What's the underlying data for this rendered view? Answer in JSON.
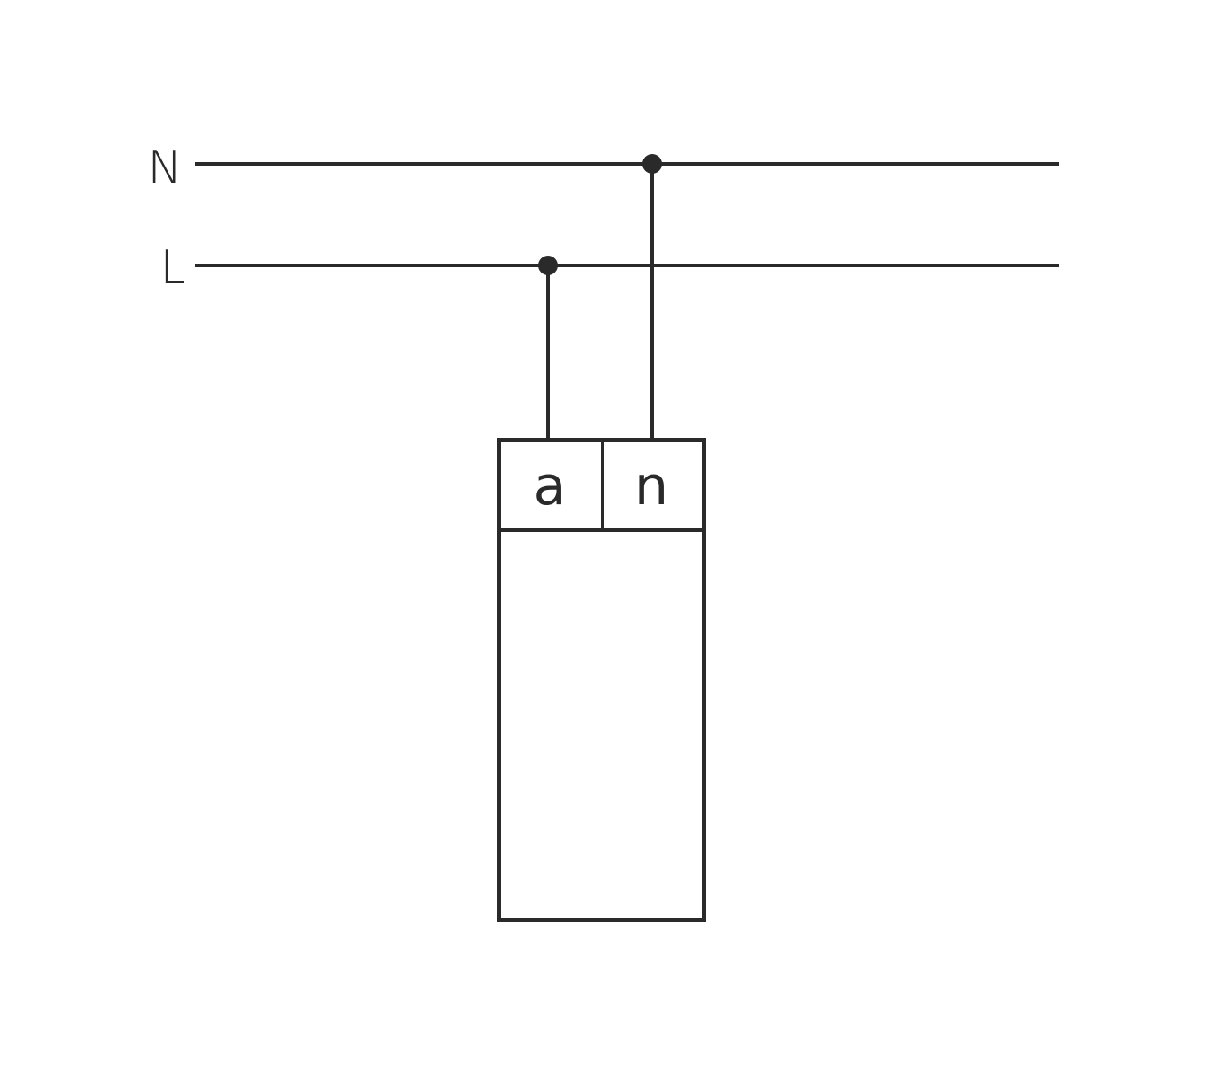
{
  "lines": {
    "neutral_label": "N",
    "live_label": "L"
  },
  "device": {
    "terminal_a_label": "a",
    "terminal_n_label": "n"
  },
  "colors": {
    "stroke": "#2a2a2a",
    "background": "#ffffff"
  }
}
